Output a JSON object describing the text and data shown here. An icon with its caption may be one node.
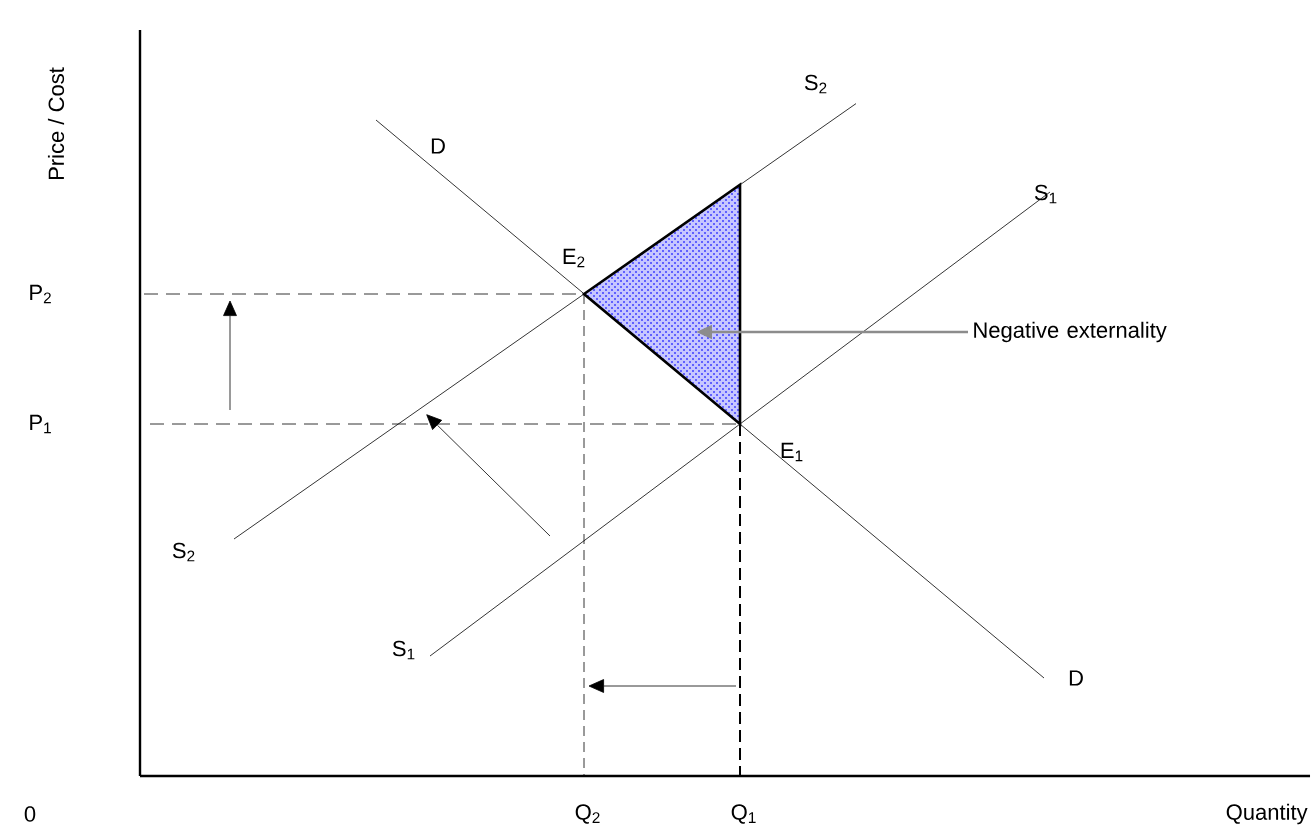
{
  "diagram": {
    "nodes": [
      {
        "text": [
          "Negative externality"
        ]
      },
      {
        "text": [],
        "shape": "triangle"
      }
    ],
    "edges": [
      {
        "from": 0,
        "to": 1,
        "arrow": "to"
      }
    ],
    "labels": [
      "Price / Cost",
      "S$_{2}$",
      "D",
      "S$_{1}$",
      "P$_{2}$",
      "E$_{2}$",
      "P$_{1}$",
      "E$_{1}$",
      "S$_{2}$",
      "S$_{1}$",
      "D",
      "0",
      "Q$_{2}$",
      "Q$_{1}$",
      "Quantity"
    ]
  }
}
